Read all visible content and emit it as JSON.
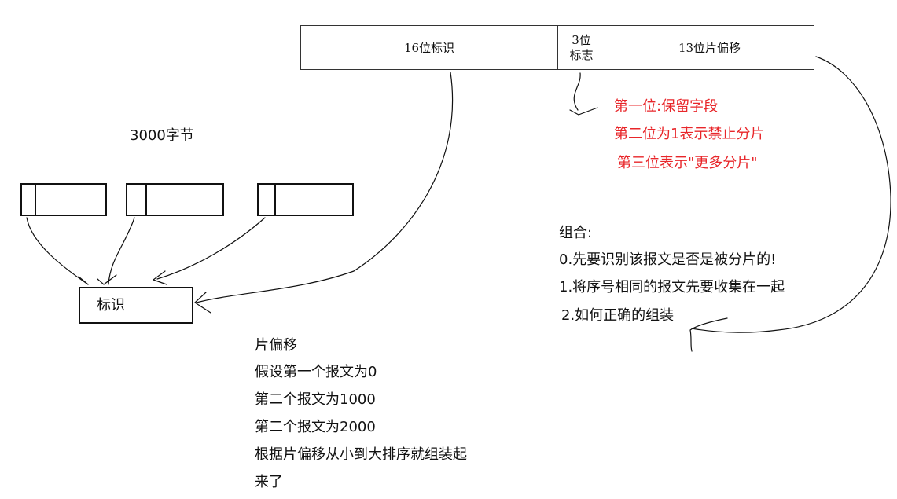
{
  "header": {
    "field_16": "16位标识",
    "field_3_line1": "3位",
    "field_3_line2": "标志",
    "field_13": "13位片偏移"
  },
  "flags": [
    "第一位:保留字段",
    "第二位为1表示禁止分片",
    "第三位表示\"更多分片\""
  ],
  "fragments_label": "3000字节",
  "id_box_label": "标识",
  "reassembly": {
    "title": "组合:",
    "steps": [
      "0.先要识别该报文是否是被分片的!",
      "1.将序号相同的报文先要收集在一起",
      "2.如何正确的组装"
    ]
  },
  "offset_notes": [
    "片偏移",
    "假设第一个报文为0",
    "第二个报文为1000",
    "第二个报文为2000",
    "根据片偏移从小到大排序就组装起",
    "来了"
  ],
  "colors": {
    "annotation_red": "#e8262a",
    "ink": "#111111"
  }
}
